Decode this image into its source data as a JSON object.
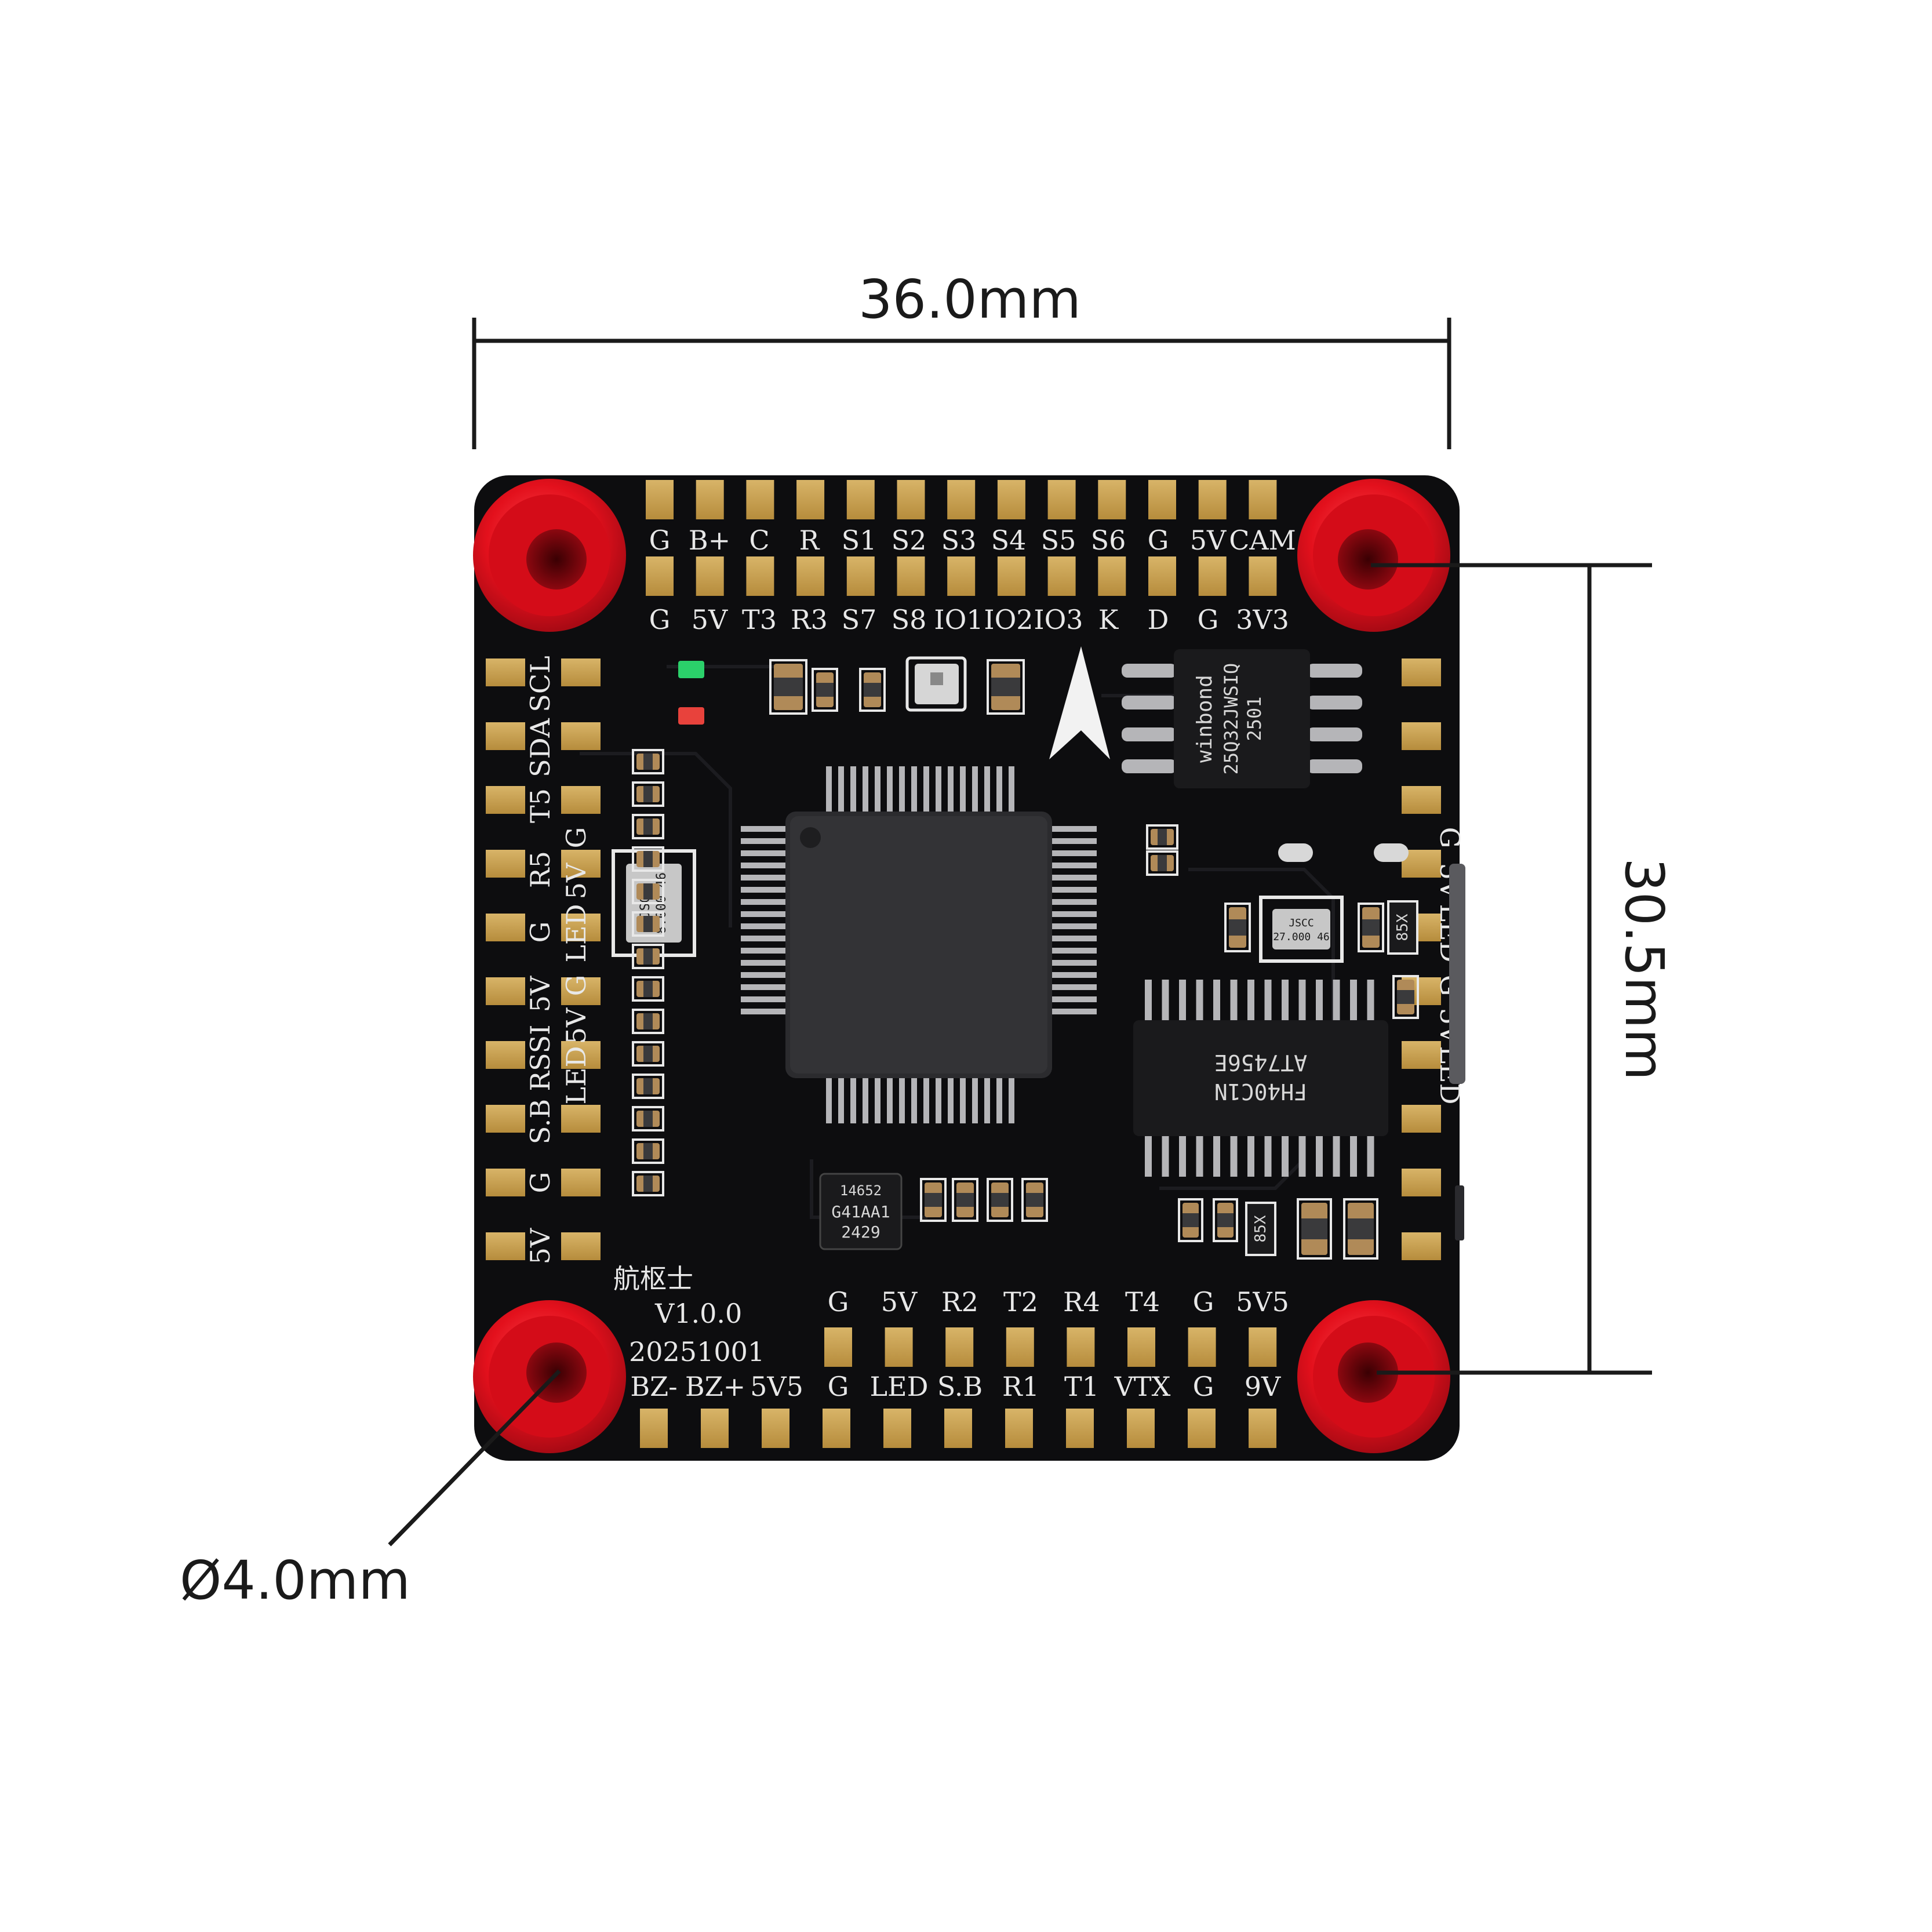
{
  "dimensions": {
    "width_label": "36.0mm",
    "height_label": "30.5mm",
    "hole_label": "Ø4.0mm"
  },
  "board": {
    "brand": "航枢士",
    "version": "V1.0.0",
    "date_code": "20251001",
    "top_row_upper": [
      "G",
      "B+",
      "C",
      "R",
      "S1",
      "S2",
      "S3",
      "S4",
      "S5",
      "S6",
      "G",
      "5V",
      "CAM"
    ],
    "top_row_lower": [
      "G",
      "5V",
      "T3",
      "R3",
      "S7",
      "S8",
      "IO1",
      "IO2",
      "IO3",
      "K",
      "D",
      "G",
      "3V3"
    ],
    "left_outer": [
      "SCL",
      "SDA",
      "T5",
      "R5",
      "G",
      "5V",
      "RSSI",
      "S.B",
      "G",
      "5V"
    ],
    "left_inner": [
      "G",
      "5V",
      "LED",
      "G",
      "5V",
      "LED"
    ],
    "right_side": [
      "G",
      "5V",
      "LED",
      "G",
      "5V",
      "LED"
    ],
    "bottom_row_upper": [
      "G",
      "5V",
      "R2",
      "T2",
      "R4",
      "T4",
      "G",
      "5V5"
    ],
    "bottom_row_lower": [
      "BZ-",
      "BZ+",
      "5V5",
      "G",
      "LED",
      "S.B",
      "R1",
      "T1",
      "VTX",
      "G",
      "9V"
    ],
    "chips": {
      "flash_brand": "winbond",
      "flash_part": "25Q32JWSIQ",
      "flash_code": "2501",
      "driver_line1": "FH40C1N",
      "driver_line2": "AT7456E",
      "crystal_main_brand": "JSCC",
      "crystal_main_freq": "8.000 46",
      "crystal_small_brand": "JSCC",
      "crystal_small_freq": "27.000 46",
      "imu_line1": "14652",
      "imu_line2": "G41AA1",
      "imu_line3": "2429",
      "tvs_label": "85X"
    }
  },
  "colors": {
    "pcb": "#0d0d0f",
    "pad": "#c9a24e",
    "grommet": "#e3101c",
    "grommet_dark": "#9a0710",
    "dim_line": "#1a1a1a"
  }
}
